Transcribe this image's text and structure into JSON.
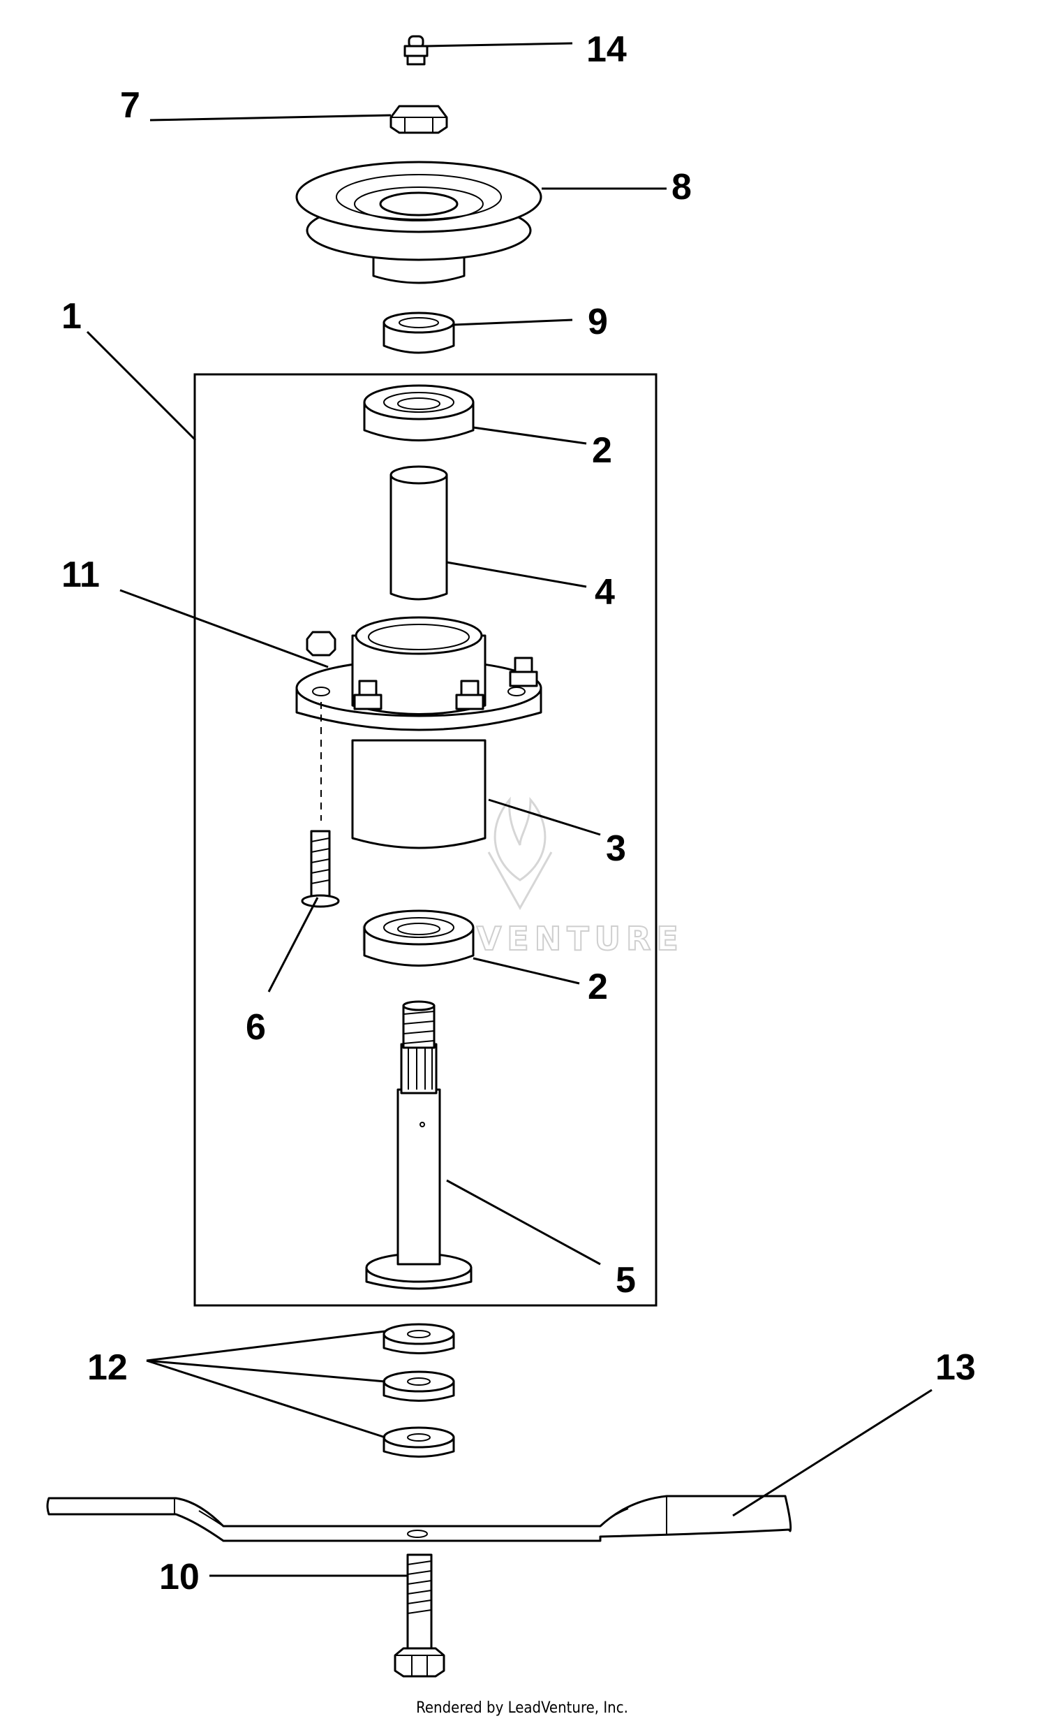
{
  "callouts": {
    "c14": "14",
    "c7": "7",
    "c8": "8",
    "c1": "1",
    "c9": "9",
    "c2_top": "2",
    "c11": "11",
    "c4": "4",
    "c3": "3",
    "c6": "6",
    "c2_bottom": "2",
    "c5": "5",
    "c12": "12",
    "c13": "13",
    "c10": "10"
  },
  "watermark": {
    "brand": "LEADVENTURE"
  },
  "footer": {
    "credit": "Rendered by LeadVenture, Inc."
  },
  "colors": {
    "line": "#000000",
    "background": "#ffffff",
    "watermark": "#cfcfcf"
  }
}
